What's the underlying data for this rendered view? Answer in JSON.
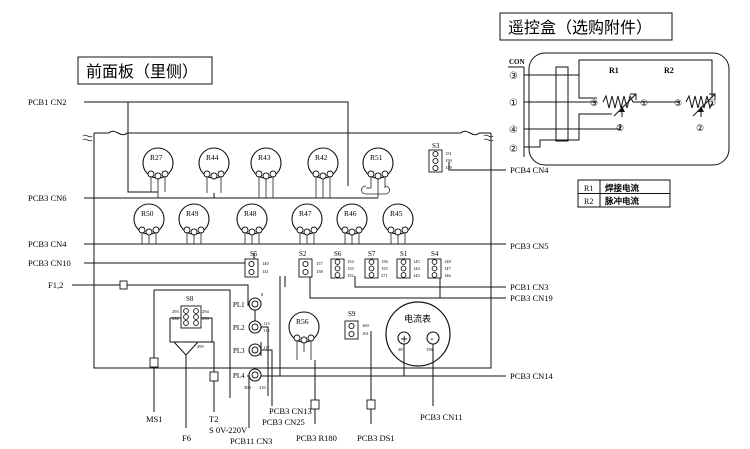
{
  "titles": {
    "front_panel": "前面板（里侧）",
    "remote_box": "遥控盒（选购附件）"
  },
  "remote": {
    "con": "CON",
    "pin_labels": [
      "③",
      "①",
      "④",
      "②"
    ],
    "r1": "R1",
    "r2": "R2",
    "r1_pins": [
      "③",
      "①",
      "②"
    ],
    "r2_pins": [
      "③",
      "①",
      "②"
    ],
    "legend": [
      {
        "key": "R1",
        "value": "焊接电流"
      },
      {
        "key": "R2",
        "value": "脉冲电流"
      }
    ]
  },
  "left_labels": {
    "pcb1_cn2": "PCB1 CN2",
    "pcb3_cn6": "PCB3 CN6",
    "pcb3_cn4": "PCB3 CN4",
    "pcb3_cn10": "PCB3 CN10",
    "f12": "F1,2"
  },
  "right_labels": {
    "pcb4_cn4": "PCB4 CN4",
    "pcb3_cn5": "PCB3 CN5",
    "pcb1_cn3": "PCB1 CN3",
    "pcb3_cn19": "PCB3 CN19",
    "pcb3_cn14": "PCB3 CN14"
  },
  "bottom_labels": {
    "ms1": "MS1",
    "t2": "T2",
    "s_voltage": "S 0V-220V",
    "f6": "F6",
    "pcb11_cn3": "PCB11 CN3",
    "pcb3_cn13": "PCB3 CN13",
    "pcb3_cn25": "PCB3 CN25",
    "pcb3_r180": "PCB3 R180",
    "pcb3_ds1": "PCB3 DS1",
    "pcb3_cn11": "PCB3 CN11"
  },
  "pots_row1": [
    "R27",
    "R44",
    "R43",
    "R42",
    "R51"
  ],
  "pots_row2": [
    "R50",
    "R49",
    "R48",
    "R47",
    "R46",
    "R45"
  ],
  "pot_r56": "R56",
  "switches": {
    "s3": "S3",
    "s5": "S5",
    "s2": "S2",
    "s6": "S6",
    "s7": "S7",
    "s1": "S1",
    "s4": "S4",
    "s8": "S8",
    "s9": "S9"
  },
  "lamps": [
    "PL1",
    "PL2",
    "PL3",
    "PL4"
  ],
  "ammeter": {
    "label": "电流表",
    "plus": "+",
    "minus": "-"
  },
  "wire_numbers": {
    "s3": [
      "151",
      "150",
      "149"
    ],
    "s5": [
      "140",
      "141"
    ],
    "s2": [
      "157",
      "158"
    ],
    "s6": [
      "154",
      "153",
      "152"
    ],
    "s7": [
      "156",
      "155",
      "271"
    ],
    "s1": [
      "145",
      "144",
      "143"
    ],
    "s4": [
      "148",
      "147",
      "146"
    ],
    "s8": [
      "293",
      "292",
      "294",
      "296",
      "295"
    ],
    "s9": [
      "160",
      "161"
    ],
    "pl1": "8",
    "pl2": [
      "113",
      "112"
    ],
    "pl3": "117",
    "pl4": [
      "309",
      "310"
    ],
    "ammeter": [
      "281",
      "156"
    ]
  }
}
